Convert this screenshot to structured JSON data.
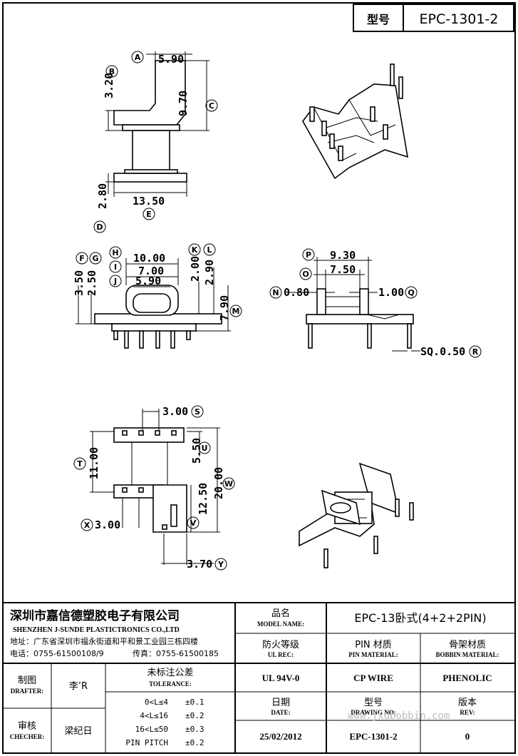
{
  "header": {
    "model_label": "型号",
    "model_value": "EPC-1301-2"
  },
  "top_view": {
    "dims": {
      "a": "5.90",
      "b": "3.20",
      "c": "9.70",
      "d": "2.80",
      "e": "13.50"
    },
    "markers": {
      "a": "A",
      "b": "B",
      "c": "C",
      "d": "D",
      "e": "E"
    }
  },
  "front_view": {
    "dims": {
      "f": "3.50",
      "g": "2.50",
      "h": "10.00",
      "i": "7.00",
      "j": "5.90",
      "k": "2.00",
      "l": "2.90",
      "m": "7.90"
    },
    "markers": {
      "f": "F",
      "g": "G",
      "h": "H",
      "i": "I",
      "j": "J",
      "k": "K",
      "l": "L",
      "m": "M"
    }
  },
  "side_view": {
    "dims": {
      "p": "9.30",
      "o": "7.50",
      "n": "0.80",
      "q": "1.00",
      "r": "SQ.0.50"
    },
    "markers": {
      "p": "P",
      "o": "O",
      "n": "N",
      "q": "Q",
      "r": "R"
    }
  },
  "bottom_view": {
    "dims": {
      "s": "3.00",
      "t": "11.00",
      "u": "5.50",
      "w": "20.00",
      "v": "12.50",
      "x": "3.00",
      "y": "3.70"
    },
    "markers": {
      "s": "S",
      "t": "T",
      "u": "U",
      "w": "W",
      "v": "V",
      "x": "X",
      "y": "Y"
    }
  },
  "title_block": {
    "company_cn": "深圳市嘉信德塑胶电子有限公司",
    "company_en": "SHENZHEN J-SUNDE PLASTICTRONICS CO.,LTD",
    "address": "地址：广东省深圳市福永街道和平和景工业园三栋四楼",
    "phone": "电话：0755-61500108/9",
    "fax": "传真：0755-61500185",
    "model_name_cn": "品名",
    "model_name_en": "MODEL NAME:",
    "model_name_value": "EPC-13卧式(4+2+2PIN)",
    "ul_cn": "防火等级",
    "ul_en": "UL REC:",
    "pin_cn": "PIN 材质",
    "pin_en": "PIN MATERIAL:",
    "bobbin_cn": "骨架材质",
    "bobbin_en": "BOBBIN MATERIAL:",
    "drafter_cn": "制图",
    "drafter_en": "DRAFTER:",
    "drafter_value": "李’R",
    "tolerance_cn": "未标注公差",
    "tolerance_en": "TOLERANCE:",
    "ul_value": "UL 94V-0",
    "pin_value": "CP WIRE",
    "bobbin_value": "PHENOLIC",
    "tolerances": [
      {
        "range": "0<L≤4",
        "tol": "±0.1"
      },
      {
        "range": "4<L≤16",
        "tol": "±0.2"
      },
      {
        "range": "16<L≤50",
        "tol": "±0.3"
      },
      {
        "range": "PIN PITCH",
        "tol": "±0.2"
      }
    ],
    "date_cn": "日期",
    "date_en": "DATE:",
    "drawing_cn": "型号",
    "drawing_en": "DRAWING NO:",
    "rev_cn": "版本",
    "rev_en": "REV:",
    "checker_cn": "审核",
    "checker_en": "CHECHER:",
    "checker_value": "梁纪日",
    "date_value": "25/02/2012",
    "drawing_value": "EPC-1301-2",
    "rev_value": "0",
    "watermark": "www.jxdbobbin.com"
  }
}
